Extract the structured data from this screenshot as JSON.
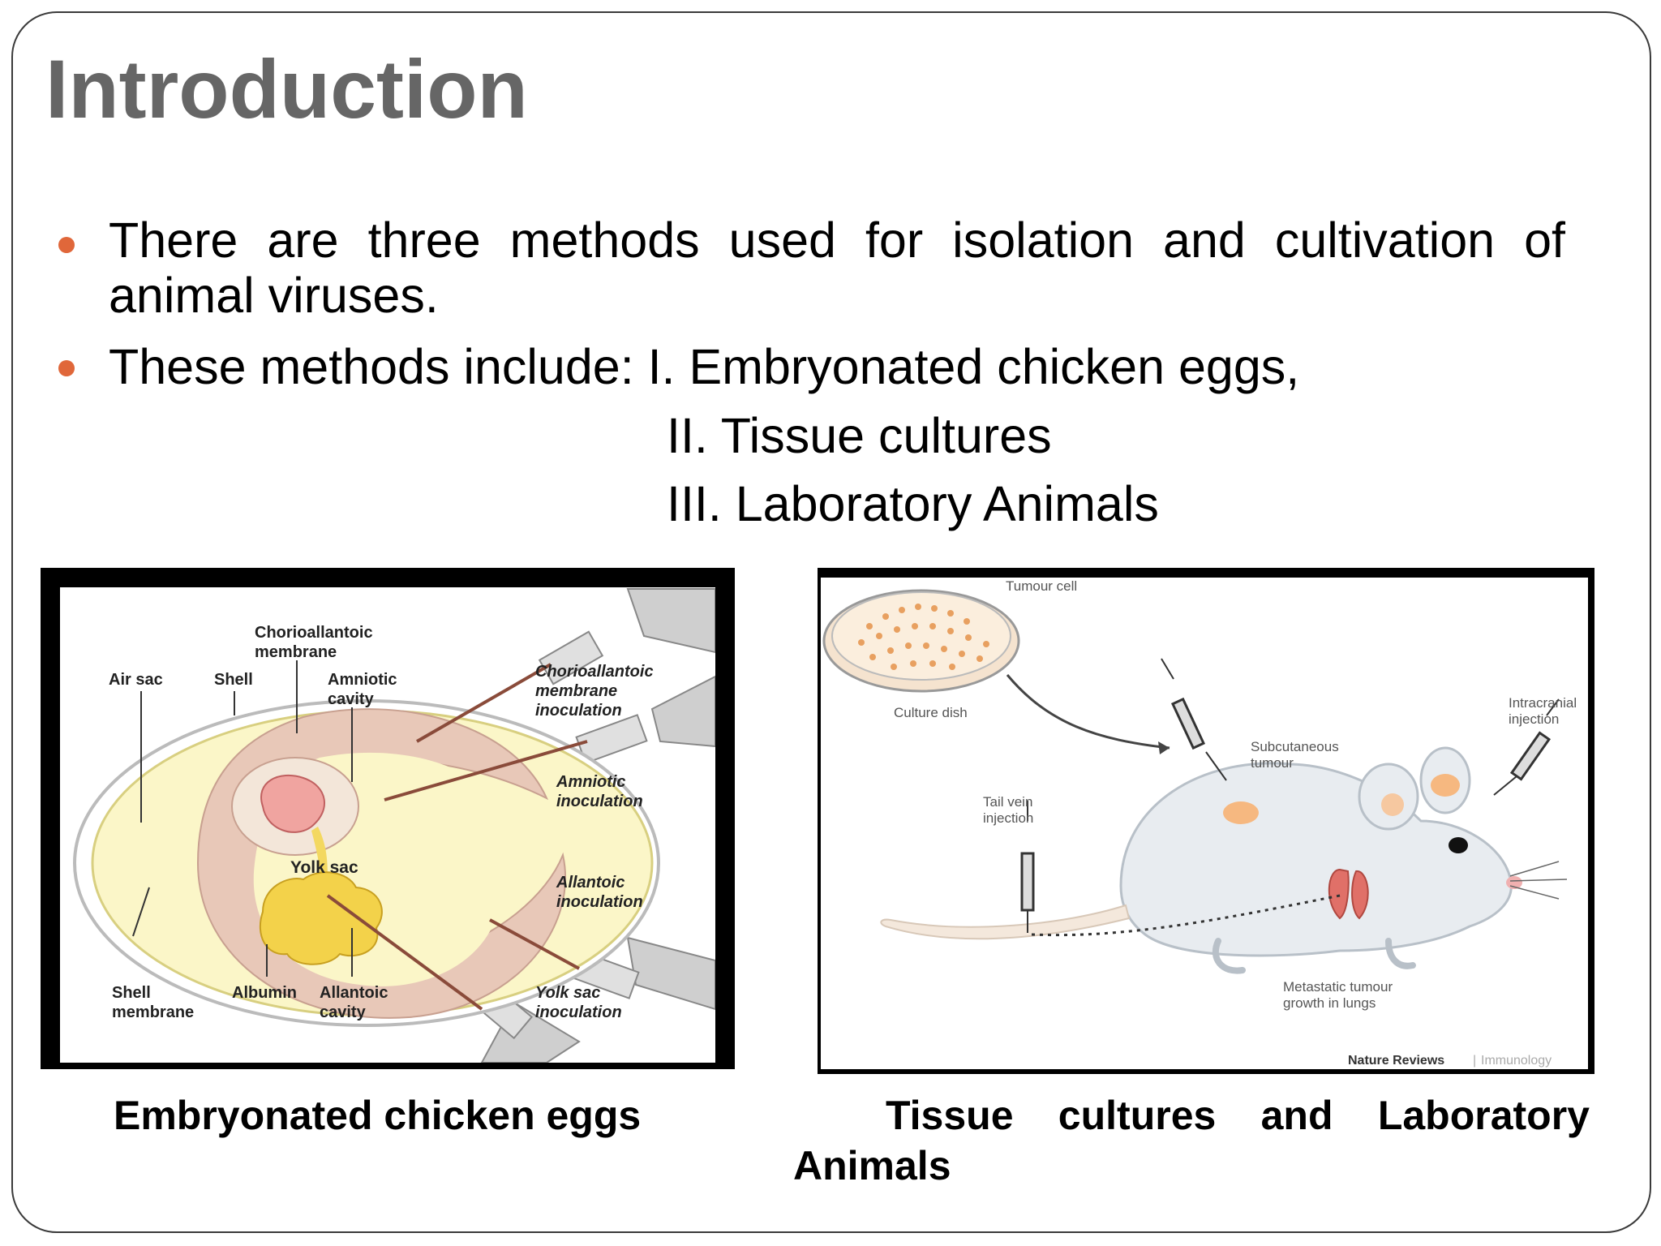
{
  "slide": {
    "title": "Introduction",
    "bullet1": "There are three methods used for isolation and cultivation of animal viruses.",
    "bullet2_prefix": "These methods include: I. Embryonated chicken eggs,",
    "method2": "II. Tissue cultures",
    "method3": "III. Laboratory Animals",
    "accent_color": "#e0673a",
    "title_color": "#666666"
  },
  "egg_figure": {
    "labels": {
      "chorioallantoic_membrane": [
        "Chorioallantoic",
        "membrane"
      ],
      "air_sac": "Air sac",
      "shell": "Shell",
      "amniotic_cavity": [
        "Amniotic",
        "cavity"
      ],
      "cam_inoculation": [
        "Chorioallantoic",
        "membrane",
        "inoculation"
      ],
      "amniotic_inoculation": [
        "Amniotic",
        "inoculation"
      ],
      "yolk_sac": "Yolk sac",
      "allantoic_inoculation": [
        "Allantoic",
        "inoculation"
      ],
      "shell_membrane": [
        "Shell",
        "membrane"
      ],
      "albumin": "Albumin",
      "allantoic_cavity": [
        "Allantoic",
        "cavity"
      ],
      "yolk_sac_inoculation": [
        "Yolk sac",
        "inoculation"
      ]
    },
    "caption": "Embryonated chicken eggs"
  },
  "mouse_figure": {
    "labels": {
      "tumour_cell": "Tumour cell",
      "culture_dish": "Culture dish",
      "intracranial_injection": [
        "Intracranial",
        "injection"
      ],
      "subcutaneous_tumour": [
        "Subcutaneous",
        "tumour"
      ],
      "tail_vein_injection": [
        "Tail vein",
        "injection"
      ],
      "metastatic": [
        "Metastatic tumour",
        "growth in lungs"
      ],
      "source_a": "Nature Reviews",
      "source_b": "Immunology"
    },
    "caption_line1": "Tissue cultures and Laboratory",
    "caption_line2": "Animals"
  }
}
